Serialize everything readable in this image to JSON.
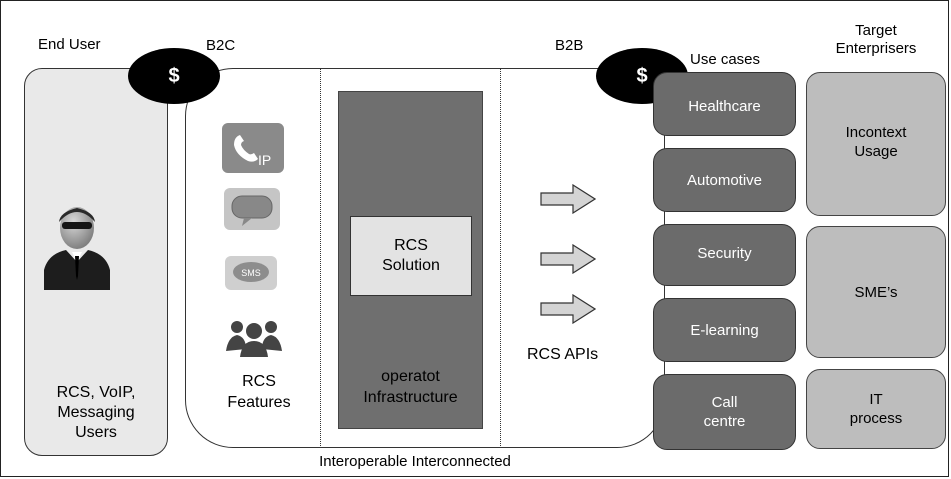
{
  "headers": {
    "end_user": "End User",
    "b2c": "B2C",
    "b2b": "B2B",
    "use_cases": "Use cases",
    "target_enterprisers": "Target\nEnterprisers"
  },
  "currency": {
    "left": "$",
    "right": "$"
  },
  "end_user": {
    "caption": "RCS, VoIP,\nMessaging\nUsers",
    "avatar_icon": "user-avatar-icon"
  },
  "features": {
    "caption": "RCS\nFeatures",
    "icons": [
      "voip-phone-icon",
      "messenger-icon",
      "sms-icon",
      "group-users-icon"
    ],
    "sms_text": "SMS",
    "ip_text": "IP"
  },
  "infrastructure": {
    "solution_label": "RCS\nSolution",
    "caption": "operatot\nInfrastructure"
  },
  "apis": {
    "caption": "RCS APIs",
    "arrow_icon": "right-arrow-icon"
  },
  "use_cases": [
    "Healthcare",
    "Automotive",
    "Security",
    "E-learning",
    "Call\ncentre"
  ],
  "targets": [
    "Incontext\nUsage",
    "SME’s",
    "IT\nprocess"
  ],
  "footer": "Interoperable Interconnected",
  "colors": {
    "dark_box": "#6b6b6b",
    "infra_box": "#6f6f6f",
    "light_box": "#bdbdbd",
    "enduser_box": "#e9e9e9",
    "dollar_bg": "#000000"
  }
}
